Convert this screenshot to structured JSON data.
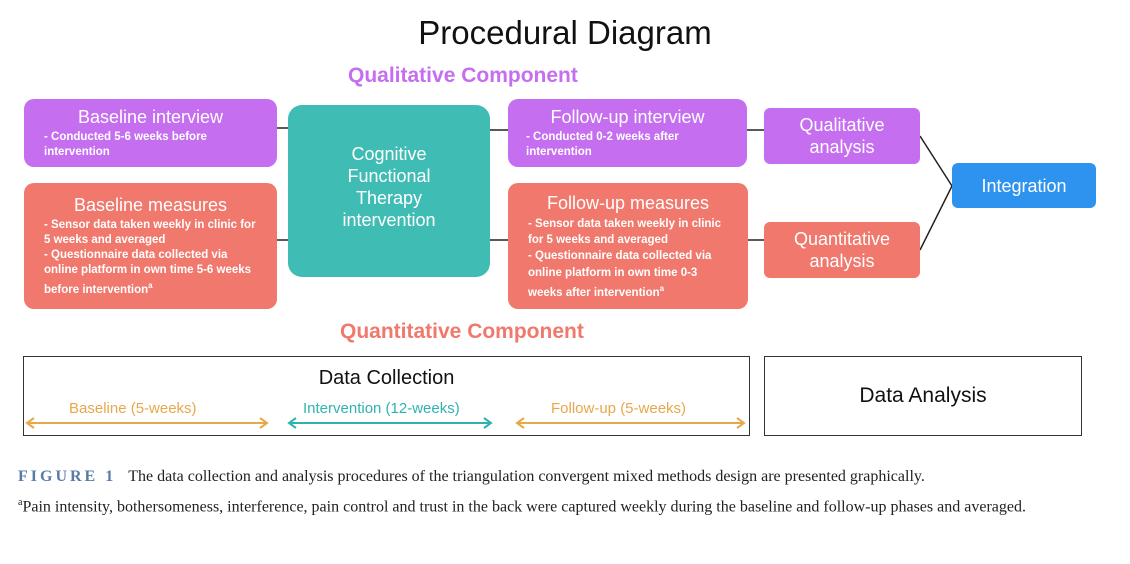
{
  "diagram": {
    "title": "Procedural Diagram",
    "qualitative_label": "Qualitative Component",
    "quantitative_label": "Quantitative Component",
    "baseline_interview": {
      "title": "Baseline interview",
      "body": "- Conducted 5-6 weeks before intervention"
    },
    "baseline_measures": {
      "title": "Baseline measures",
      "line1": "- Sensor data taken weekly in clinic for 5 weeks and averaged",
      "line2": "- Questionnaire data collected via online platform in own time 5-6 weeks before intervention",
      "sup": "a"
    },
    "cft": {
      "text": "Cognitive Functional Therapy intervention"
    },
    "followup_interview": {
      "title": "Follow-up interview",
      "body": "- Conducted 0-2 weeks after intervention"
    },
    "followup_measures": {
      "title": "Follow-up measures",
      "line1": "- Sensor data taken weekly in clinic for 5 weeks and averaged",
      "line2": "- Questionnaire data collected via online platform in own time 0-3 weeks after intervention",
      "sup": "a"
    },
    "qual_analysis": "Qualitative analysis",
    "quant_analysis": "Quantitative analysis",
    "integration": "Integration",
    "data_collection": "Data Collection",
    "data_analysis": "Data Analysis",
    "timeline": {
      "baseline": "Baseline (5-weeks)",
      "intervention": "Intervention (12-weeks)",
      "followup": "Follow-up (5-weeks)"
    },
    "colors": {
      "purple": "#c56ef0",
      "coral": "#f0786c",
      "teal": "#3fbcb4",
      "blue": "#2d93ee",
      "orange": "#e8a84a",
      "teal_arrow": "#2fb3b0"
    }
  },
  "caption": {
    "label": "FIGURE 1",
    "text": "The data collection and analysis procedures of the triangulation convergent mixed methods design are presented graphically.",
    "footnote_mark": "a",
    "footnote": "Pain intensity, bothersomeness, interference, pain control and trust in the back were captured weekly during the baseline and follow-up phases and averaged."
  }
}
